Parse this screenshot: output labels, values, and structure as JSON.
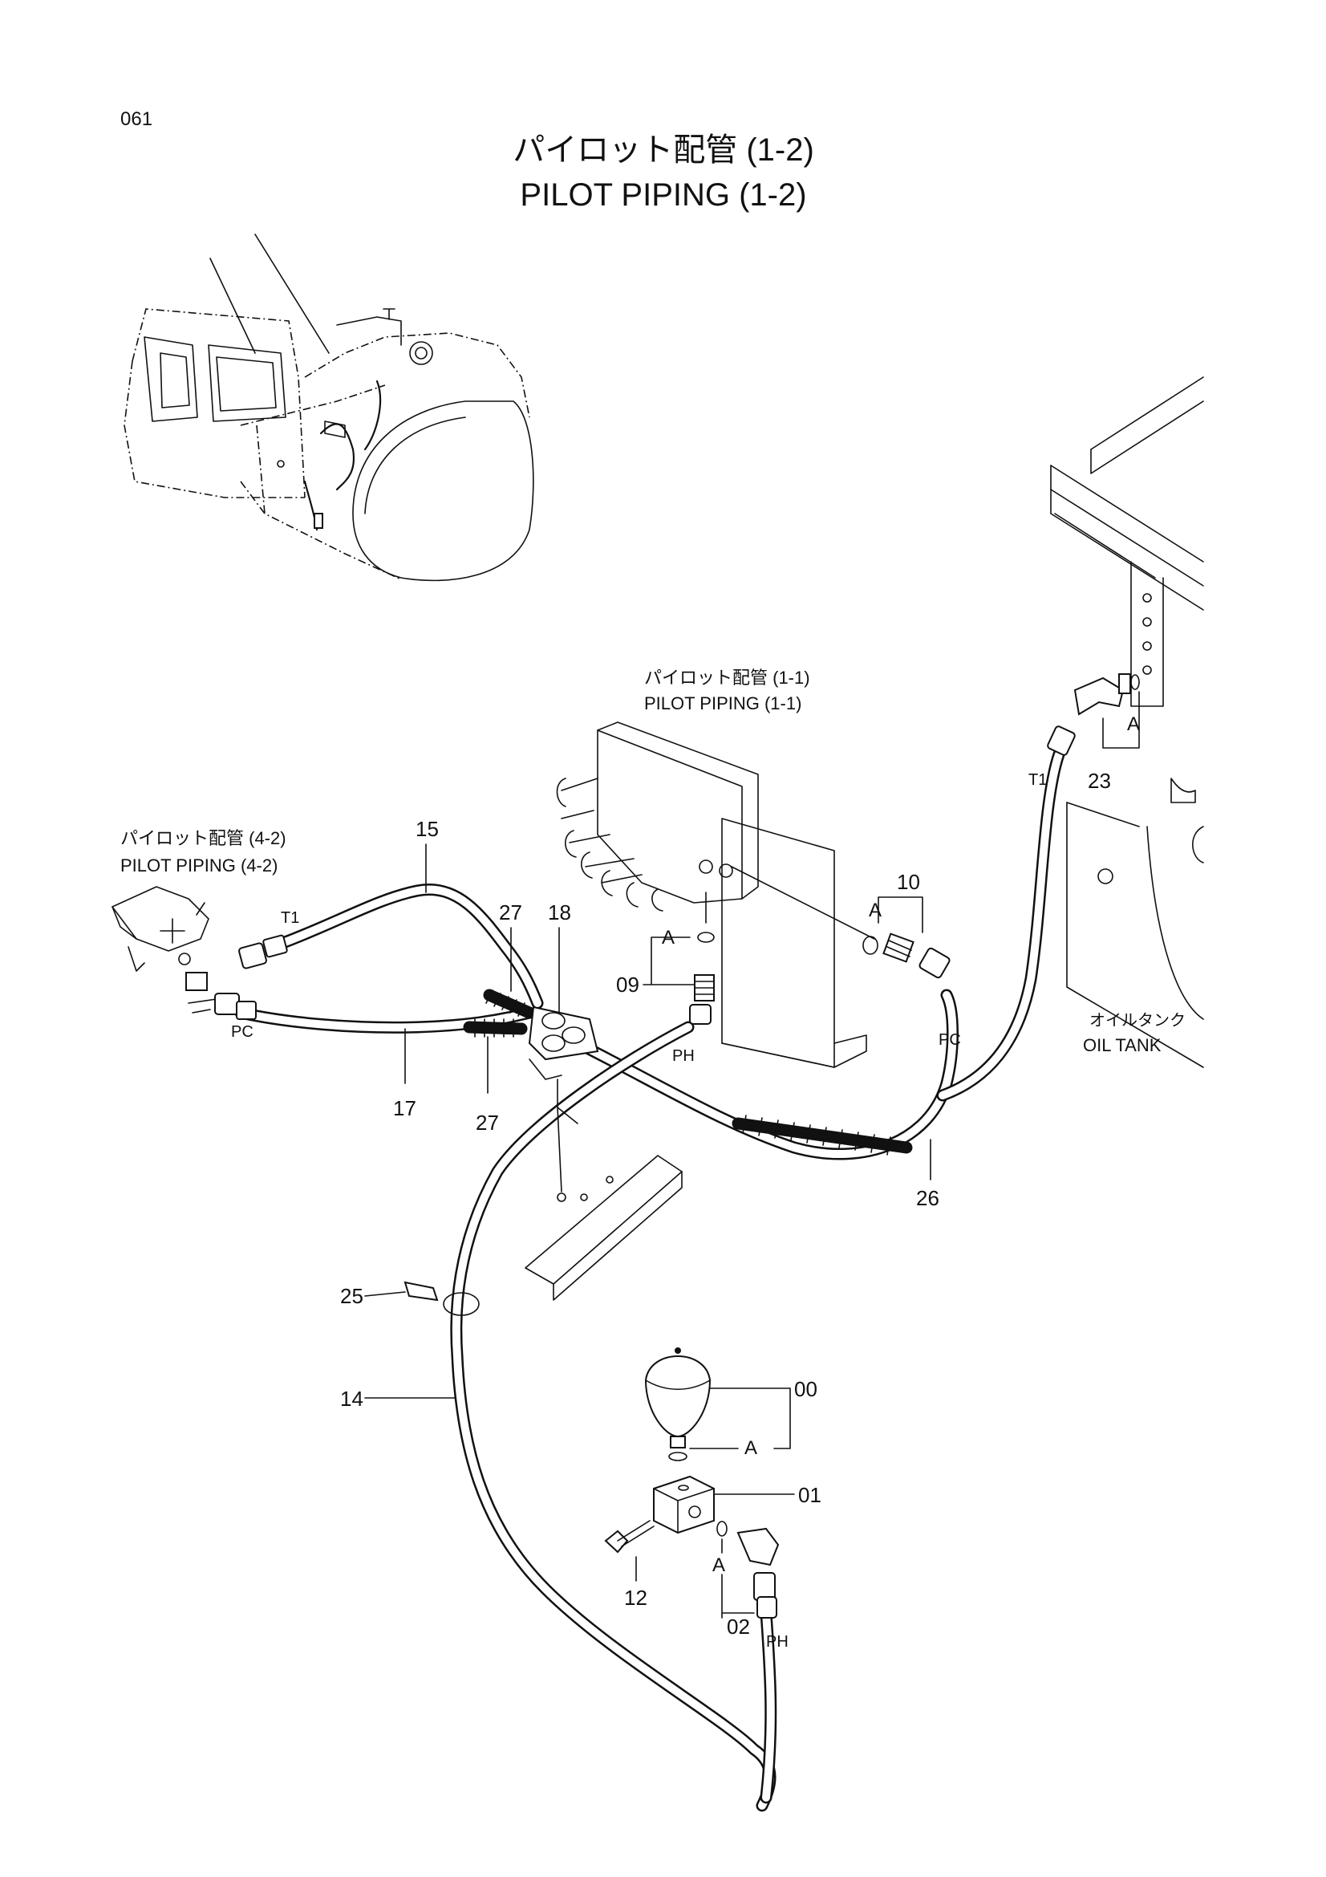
{
  "header": {
    "page_number": "061",
    "title_jp": "パイロット配管 (1-2)",
    "title_en": "PILOT PIPING (1-2)"
  },
  "references": {
    "pp11_jp": "パイロット配管 (1-1)",
    "pp11_en": "PILOT PIPING (1-1)",
    "pp42_jp": "パイロット配管 (4-2)",
    "pp42_en": "PILOT PIPING (4-2)",
    "oil_tank_jp": "オイルタンク",
    "oil_tank_en": "OIL TANK"
  },
  "ports": {
    "t1": "T1",
    "pc": "PC",
    "ph": "PH"
  },
  "kit_letter": "A",
  "parts": {
    "p00": "00",
    "p01": "01",
    "p02": "02",
    "p09": "09",
    "p10": "10",
    "p12": "12",
    "p14": "14",
    "p15": "15",
    "p17": "17",
    "p18": "18",
    "p23": "23",
    "p25": "25",
    "p26": "26",
    "p27": "27"
  }
}
